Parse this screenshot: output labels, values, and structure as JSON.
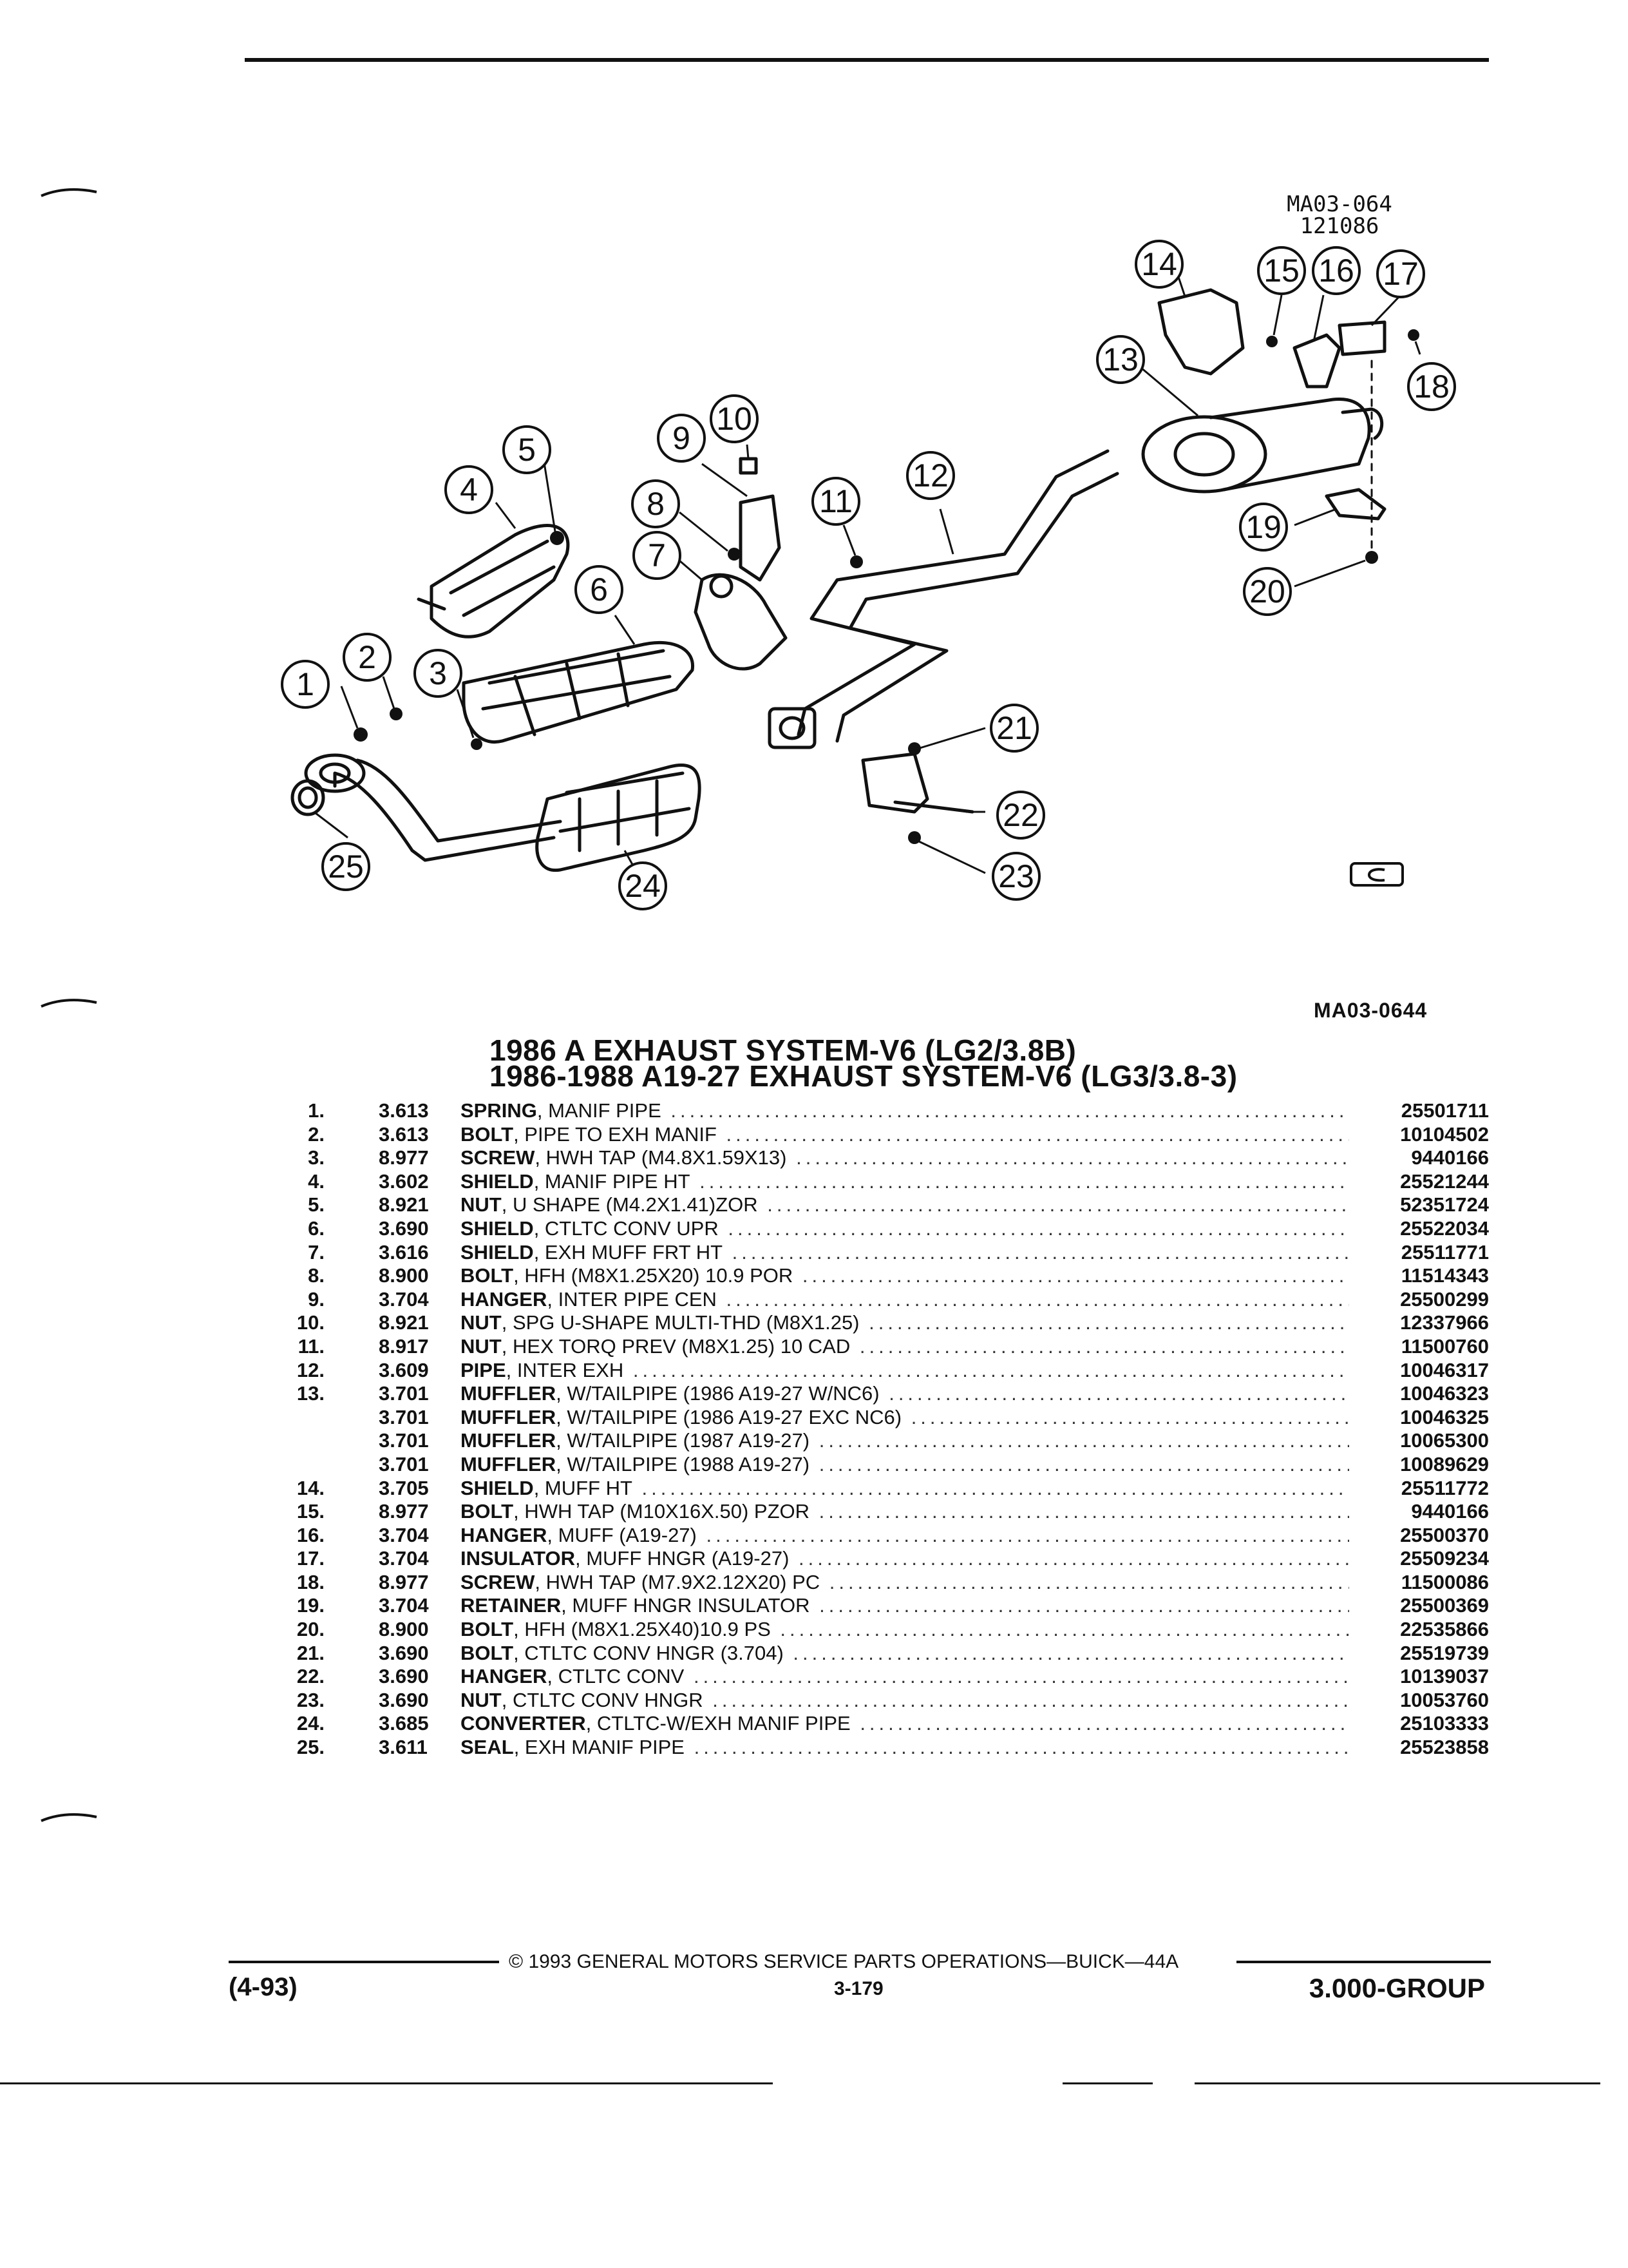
{
  "diagram": {
    "ref_code": "MA03-064",
    "ref_date": "121086",
    "code_bottom": "MA03-0644",
    "callouts": [
      "1",
      "2",
      "3",
      "4",
      "5",
      "6",
      "7",
      "8",
      "9",
      "10",
      "11",
      "12",
      "13",
      "14",
      "15",
      "16",
      "17",
      "18",
      "19",
      "20",
      "21",
      "22",
      "23",
      "24",
      "25"
    ]
  },
  "titles": {
    "line1": "1986 A EXHAUST SYSTEM-V6 (LG2/3.8B)",
    "line2": "1986-1988 A19-27 EXHAUST SYSTEM-V6 (LG3/3.8-3)"
  },
  "parts": [
    {
      "num": "1.",
      "group": "3.613",
      "name": "SPRING",
      "desc": ", MANIF PIPE",
      "part": "25501711"
    },
    {
      "num": "2.",
      "group": "3.613",
      "name": "BOLT",
      "desc": ", PIPE TO EXH MANIF",
      "part": "10104502"
    },
    {
      "num": "3.",
      "group": "8.977",
      "name": "SCREW",
      "desc": ", HWH TAP (M4.8X1.59X13)",
      "part": "9440166"
    },
    {
      "num": "4.",
      "group": "3.602",
      "name": "SHIELD",
      "desc": ", MANIF PIPE HT",
      "part": "25521244"
    },
    {
      "num": "5.",
      "group": "8.921",
      "name": "NUT",
      "desc": ", U SHAPE (M4.2X1.41)ZOR",
      "part": "52351724"
    },
    {
      "num": "6.",
      "group": "3.690",
      "name": "SHIELD",
      "desc": ", CTLTC CONV UPR",
      "part": "25522034"
    },
    {
      "num": "7.",
      "group": "3.616",
      "name": "SHIELD",
      "desc": ", EXH MUFF FRT HT",
      "part": "25511771"
    },
    {
      "num": "8.",
      "group": "8.900",
      "name": "BOLT",
      "desc": ", HFH (M8X1.25X20) 10.9 POR",
      "part": "11514343"
    },
    {
      "num": "9.",
      "group": "3.704",
      "name": "HANGER",
      "desc": ", INTER PIPE CEN",
      "part": "25500299"
    },
    {
      "num": "10.",
      "group": "8.921",
      "name": "NUT",
      "desc": ", SPG U-SHAPE MULTI-THD (M8X1.25)",
      "part": "12337966"
    },
    {
      "num": "11.",
      "group": "8.917",
      "name": "NUT",
      "desc": ", HEX TORQ PREV (M8X1.25) 10 CAD",
      "part": "11500760"
    },
    {
      "num": "12.",
      "group": "3.609",
      "name": "PIPE",
      "desc": ", INTER EXH",
      "part": "10046317"
    },
    {
      "num": "13.",
      "group": "3.701",
      "name": "MUFFLER",
      "desc": ", W/TAILPIPE (1986 A19-27 W/NC6)",
      "part": "10046323"
    },
    {
      "num": "",
      "group": "3.701",
      "name": "MUFFLER",
      "desc": ", W/TAILPIPE (1986 A19-27 EXC NC6)",
      "part": "10046325"
    },
    {
      "num": "",
      "group": "3.701",
      "name": "MUFFLER",
      "desc": ", W/TAILPIPE (1987 A19-27)",
      "part": "10065300"
    },
    {
      "num": "",
      "group": "3.701",
      "name": "MUFFLER",
      "desc": ", W/TAILPIPE (1988 A19-27)",
      "part": "10089629"
    },
    {
      "num": "14.",
      "group": "3.705",
      "name": "SHIELD",
      "desc": ", MUFF HT",
      "part": "25511772"
    },
    {
      "num": "15.",
      "group": "8.977",
      "name": "BOLT",
      "desc": ", HWH TAP (M10X16X.50) PZOR",
      "part": "9440166"
    },
    {
      "num": "16.",
      "group": "3.704",
      "name": "HANGER",
      "desc": ", MUFF (A19-27)",
      "part": "25500370"
    },
    {
      "num": "17.",
      "group": "3.704",
      "name": "INSULATOR",
      "desc": ", MUFF HNGR (A19-27)",
      "part": "25509234"
    },
    {
      "num": "18.",
      "group": "8.977",
      "name": "SCREW",
      "desc": ", HWH TAP (M7.9X2.12X20) PC",
      "part": "11500086"
    },
    {
      "num": "19.",
      "group": "3.704",
      "name": "RETAINER",
      "desc": ", MUFF HNGR INSULATOR",
      "part": "25500369"
    },
    {
      "num": "20.",
      "group": "8.900",
      "name": "BOLT",
      "desc": ", HFH (M8X1.25X40)10.9 PS",
      "part": "22535866"
    },
    {
      "num": "21.",
      "group": "3.690",
      "name": "BOLT",
      "desc": ", CTLTC CONV HNGR (3.704)",
      "part": "25519739"
    },
    {
      "num": "22.",
      "group": "3.690",
      "name": "HANGER",
      "desc": ", CTLTC CONV",
      "part": "10139037"
    },
    {
      "num": "23.",
      "group": "3.690",
      "name": "NUT",
      "desc": ", CTLTC CONV HNGR",
      "part": "10053760"
    },
    {
      "num": "24.",
      "group": "3.685",
      "name": "CONVERTER",
      "desc": ", CTLTC-W/EXH MANIF PIPE",
      "part": "25103333"
    },
    {
      "num": "25.",
      "group": "3.611",
      "name": "SEAL",
      "desc": ", EXH MANIF PIPE",
      "part": "25523858"
    }
  ],
  "footer": {
    "copyright": "© 1993 GENERAL MOTORS SERVICE PARTS OPERATIONS—BUICK—44A",
    "date_code": "(4-93)",
    "page": "3-179",
    "group": "3.000-GROUP"
  }
}
